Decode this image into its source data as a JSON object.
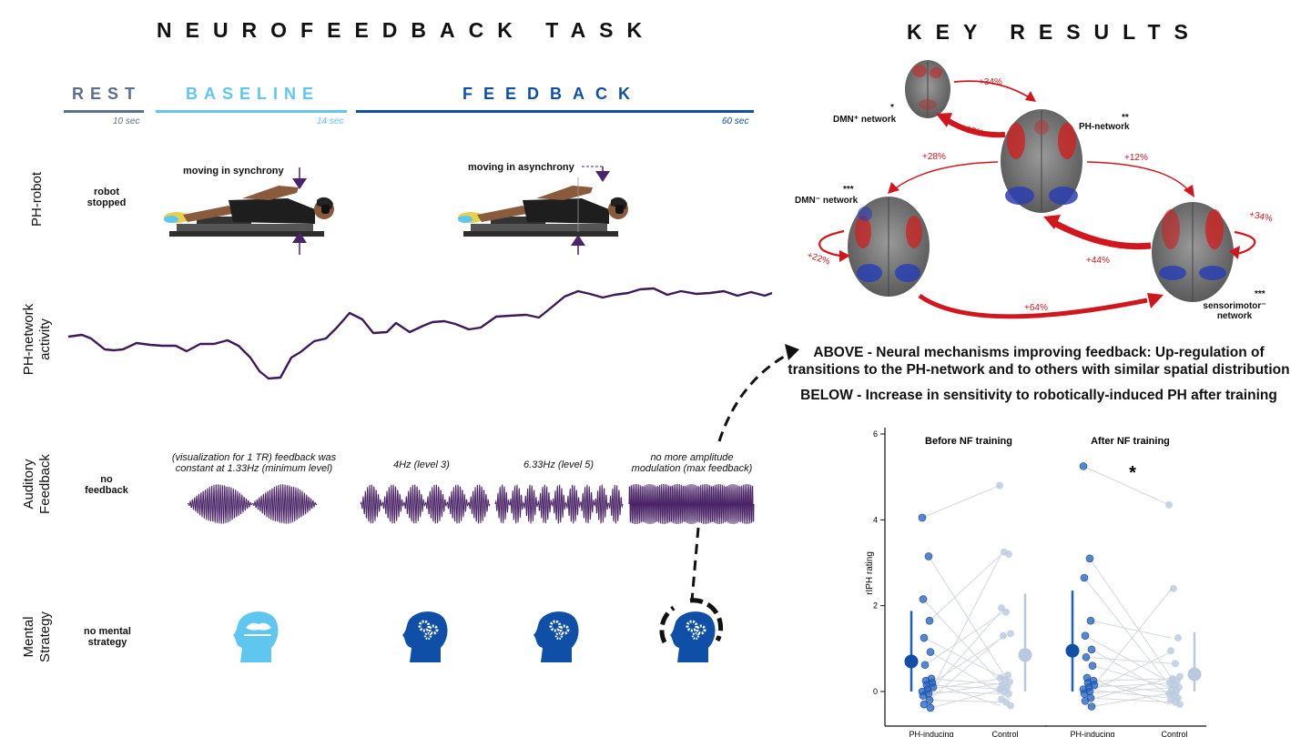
{
  "left_title": "NEUROFEEDBACK TASK",
  "right_title": "KEY RESULTS",
  "phases": [
    {
      "label": "REST",
      "duration": "10 sec",
      "color": "#5b6f8e"
    },
    {
      "label": "BASELINE",
      "duration": "14 sec",
      "color": "#5ec6ef"
    },
    {
      "label": "FEEDBACK",
      "duration": "60 sec",
      "color": "#0f4fa8"
    }
  ],
  "rows": {
    "robot": "PH-robot",
    "activity": "PH-network activity",
    "auditory": "Auditory Feedback",
    "mental": "Mental Strategy"
  },
  "robot": {
    "stopped": "robot stopped",
    "sync": "moving in synchrony",
    "async": "moving in asynchrony"
  },
  "auditory": {
    "none": "no feedback",
    "baseline_note": "(visualization for 1 TR) feedback was constant at 1.33Hz (minimum level)",
    "level3": "4Hz (level 3)",
    "level5": "6.33Hz (level 5)",
    "max": "no more amplitude modulation (max feedback)"
  },
  "mental": {
    "none": "no mental strategy"
  },
  "networks": {
    "dmn_plus": {
      "label": "DMN⁺ network",
      "stars": "*"
    },
    "ph": {
      "label": "PH-network",
      "stars": "**"
    },
    "dmn_minus": {
      "label": "DMN⁻ network",
      "stars": "***"
    },
    "sensorimotor": {
      "label": "sensorimotor⁻ network",
      "stars": "***"
    }
  },
  "transitions": {
    "dmnplus_to_ph": "+34%",
    "ph_to_dmnplus": "+67%",
    "ph_to_dmnminus": "+28%",
    "ph_to_sensorimotor": "+12%",
    "sensorimotor_self": "+34%",
    "dmnminus_self": "+22%",
    "sensorimotor_to_ph": "+44%",
    "dmnminus_to_sensorimotor": "+64%"
  },
  "captions": {
    "above_line1": "ABOVE - Neural mechanisms improving feedback: Up-regulation of",
    "above_line2": "transitions to the PH-network and to others with similar spatial distribution",
    "below": "BELOW - Increase in sensitivity to robotically-induced PH after training"
  },
  "chart_data": {
    "type": "scatter",
    "ylabel": "rIPH rating",
    "ylim": [
      0,
      6
    ],
    "yticks": [
      "0",
      "2",
      "4",
      "6"
    ],
    "significance": "*",
    "colors": {
      "ph_inducing": "#1f5fbf",
      "control": "#b9c9dd"
    },
    "panels": [
      {
        "title": "Before NF training",
        "categories": [
          "PH-inducing",
          "Control"
        ],
        "ph_inducing": [
          4.05,
          3.15,
          2.15,
          1.65,
          1.25,
          0.92,
          0.62,
          0.3,
          0.25,
          0.2,
          0.15,
          0.1,
          0.05,
          0.0,
          -0.05,
          -0.1,
          -0.2,
          -0.3,
          -0.38
        ],
        "control": [
          4.8,
          3.25,
          3.2,
          1.95,
          1.85,
          1.35,
          1.3,
          0.38,
          0.32,
          0.28,
          0.22,
          0.15,
          0.1,
          0.05,
          0.0,
          -0.05,
          -0.18,
          -0.25,
          -0.33
        ],
        "mean_ph": 0.7,
        "ci_ph": [
          0.0,
          1.88
        ],
        "mean_control": 0.85,
        "ci_control": [
          0.0,
          2.28
        ]
      },
      {
        "title": "After NF training",
        "categories": [
          "PH-inducing",
          "Control"
        ],
        "ph_inducing": [
          5.25,
          3.1,
          2.65,
          1.65,
          1.3,
          0.98,
          0.8,
          0.6,
          0.32,
          0.25,
          0.2,
          0.15,
          0.1,
          0.05,
          0.0,
          -0.05,
          -0.15,
          -0.22,
          -0.35
        ],
        "control": [
          4.35,
          2.4,
          1.25,
          0.95,
          0.65,
          0.35,
          0.3,
          0.25,
          0.2,
          0.15,
          0.1,
          0.05,
          0.0,
          -0.05,
          -0.1,
          -0.15,
          -0.2,
          -0.25,
          -0.3
        ],
        "mean_ph": 0.95,
        "ci_ph": [
          0.0,
          2.35
        ],
        "mean_control": 0.4,
        "ci_control": [
          0.0,
          1.38
        ]
      }
    ]
  }
}
